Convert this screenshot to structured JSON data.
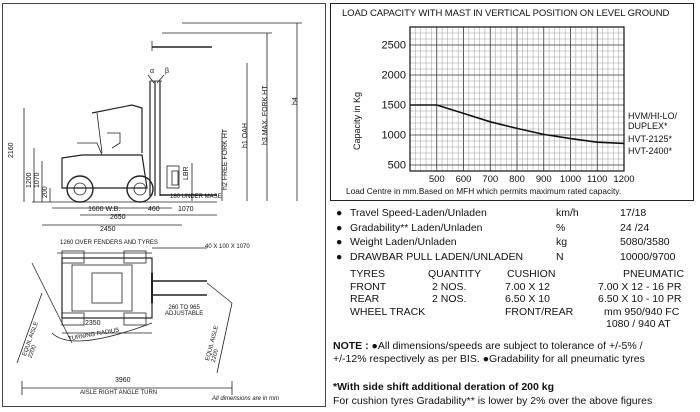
{
  "diagram": {
    "dims_side": [
      "2160",
      "1200",
      "1070",
      "200",
      "1600 W.B.",
      "460",
      "2650",
      "1070",
      "2450"
    ],
    "height_labels": [
      "h4",
      "h3 MAX. FORK HT",
      "h1 OAH",
      "h2 FREE FORK HT",
      "LBR",
      "180 UNDER MASE"
    ],
    "angle_labels": [
      "α",
      "β"
    ],
    "top_view": {
      "over_fenders": "1260 OVER FENDERS AND TYRES",
      "fork_size": "40 X 100 X 1070",
      "dim_2350": "2350",
      "turning_radius": "TURNING RADIUS",
      "adjustable": "260 TO 965\nADJUSTABLE",
      "equil_aisle_left": "EQUIL AISLE\n2200",
      "equil_aisle_right": "EQUIL AISLE\n2200",
      "dim_3960": "3960",
      "aisle_turn": "AISLE RIGHT ANGLE TURN",
      "footnote": "All dimensions are in mm"
    }
  },
  "chart_data": {
    "type": "line",
    "title": "LOAD CAPACITY WITH MAST IN VERTICAL POSITION ON LEVEL GROUND",
    "ylabel": "Capacity in Kg",
    "xlabel": "Load Centre in mm.Based on MFH which permits maximum rated capacity.",
    "x_ticks": [
      500,
      600,
      700,
      800,
      900,
      1000,
      1100,
      1200
    ],
    "y_ticks": [
      500,
      1000,
      1500,
      2000,
      2500
    ],
    "xlim": [
      400,
      1200
    ],
    "ylim": [
      400,
      2800
    ],
    "series": [
      {
        "values": [
          [
            400,
            1500
          ],
          [
            500,
            1500
          ],
          [
            600,
            1360
          ],
          [
            700,
            1220
          ],
          [
            800,
            1110
          ],
          [
            900,
            1010
          ],
          [
            1000,
            940
          ],
          [
            1100,
            880
          ],
          [
            1200,
            860
          ]
        ]
      }
    ],
    "annotations": [
      "HVM/HI-LO/",
      "DUPLEX*",
      "HVT-2125*",
      "HVT-2400*"
    ]
  },
  "specs": [
    {
      "bullet": "●",
      "label": "Travel Speed-Laden/Unladen",
      "unit": "km/h",
      "value": "17/18"
    },
    {
      "bullet": "●",
      "label": "Gradability** Laden/Unladen",
      "unit": "%",
      "value": "24 /24"
    },
    {
      "bullet": "●",
      "label": "Weight Laden/Unladen",
      "unit": "kg",
      "value": "5080/3580"
    },
    {
      "bullet": "●",
      "label": "DRAWBAR PULL LADEN/UNLADEN",
      "unit": "N",
      "value": "10000/9700"
    }
  ],
  "tyres": {
    "headers": [
      "TYRES",
      "QUANTITY",
      "CUSHION",
      "PNEUMATIC"
    ],
    "rows": [
      [
        "FRONT",
        "2 NOS.",
        "7.00 X 12",
        "7.00 X 12 - 16 PR"
      ],
      [
        "REAR",
        "2 NOS.",
        "6.50 X 10",
        "6.50 X 10 - 10 PR"
      ],
      [
        "WHEEL TRACK",
        "",
        "FRONT/REAR",
        "mm 950/940 FC"
      ],
      [
        "",
        "",
        "",
        "1080 / 940 AT"
      ]
    ]
  },
  "notes": {
    "note_label": "NOTE :",
    "note_text": "●All dimensions/speeds are subject to tolerance of +/-5% /",
    "note_line2": "+/-12% respectively as per BIS. ●Gradability for all pneumatic tyres",
    "side_shift": "*With side shift additional deration of 200 kg",
    "cushion": "For cushion tyres Gradability** is lower by 2% over the above figures"
  }
}
